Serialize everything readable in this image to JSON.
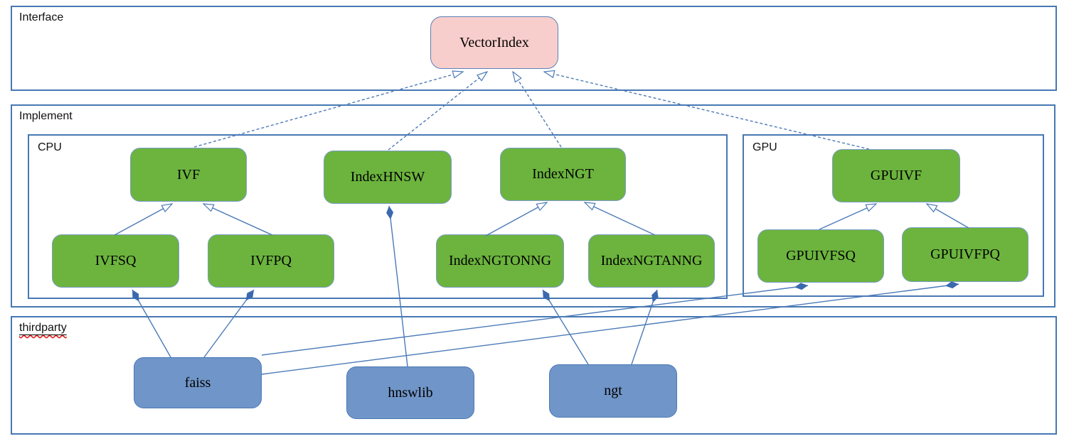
{
  "colors": {
    "line": "#4b7ab8",
    "frame-border": "#4778b3",
    "green-fill": "#6cb43e",
    "green-border": "#7a9cc6",
    "pink-fill": "#f8cecc",
    "pink-border": "#5b80b9",
    "blue-fill": "#7095c8",
    "blue-border": "#4a79b6",
    "diamond-fill": "#3b69ae",
    "squiggle": "#e01b1b",
    "text": "#000000"
  },
  "sections": {
    "interface": {
      "label": "Interface"
    },
    "implement": {
      "label": "Implement"
    },
    "cpu": {
      "label": "CPU"
    },
    "gpu": {
      "label": "GPU"
    },
    "thirdparty": {
      "label": "thirdparty"
    }
  },
  "nodes": {
    "vectorindex": {
      "label": "VectorIndex",
      "section": "interface",
      "kind": "interface"
    },
    "ivf": {
      "label": "IVF",
      "section": "cpu",
      "kind": "class"
    },
    "indexhnsw": {
      "label": "IndexHNSW",
      "section": "cpu",
      "kind": "class"
    },
    "indexngt": {
      "label": "IndexNGT",
      "section": "cpu",
      "kind": "class"
    },
    "gpuivf": {
      "label": "GPUIVF",
      "section": "gpu",
      "kind": "class"
    },
    "ivfsq": {
      "label": "IVFSQ",
      "section": "cpu",
      "kind": "class"
    },
    "ivfpq": {
      "label": "IVFPQ",
      "section": "cpu",
      "kind": "class"
    },
    "indexngtonng": {
      "label": "IndexNGTONNG",
      "section": "cpu",
      "kind": "class"
    },
    "indexngtanng": {
      "label": "IndexNGTANNG",
      "section": "cpu",
      "kind": "class"
    },
    "gpuivfsq": {
      "label": "GPUIVFSQ",
      "section": "gpu",
      "kind": "class"
    },
    "gpuivfpq": {
      "label": "GPUIVFPQ",
      "section": "gpu",
      "kind": "class"
    },
    "faiss": {
      "label": "faiss",
      "section": "thirdparty",
      "kind": "library"
    },
    "hnswlib": {
      "label": "hnswlib",
      "section": "thirdparty",
      "kind": "library"
    },
    "ngt": {
      "label": "ngt",
      "section": "thirdparty",
      "kind": "library"
    }
  },
  "edges": [
    {
      "from": "IVF",
      "to": "VectorIndex",
      "type": "realization"
    },
    {
      "from": "IndexHNSW",
      "to": "VectorIndex",
      "type": "realization"
    },
    {
      "from": "IndexNGT",
      "to": "VectorIndex",
      "type": "realization"
    },
    {
      "from": "GPUIVF",
      "to": "VectorIndex",
      "type": "realization"
    },
    {
      "from": "IVFSQ",
      "to": "IVF",
      "type": "inheritance"
    },
    {
      "from": "IVFPQ",
      "to": "IVF",
      "type": "inheritance"
    },
    {
      "from": "IndexNGTONNG",
      "to": "IndexNGT",
      "type": "inheritance"
    },
    {
      "from": "IndexNGTANNG",
      "to": "IndexNGT",
      "type": "inheritance"
    },
    {
      "from": "GPUIVFSQ",
      "to": "GPUIVF",
      "type": "inheritance"
    },
    {
      "from": "GPUIVFPQ",
      "to": "GPUIVF",
      "type": "inheritance"
    },
    {
      "from": "faiss",
      "to": "IVFSQ",
      "type": "composition"
    },
    {
      "from": "faiss",
      "to": "IVFPQ",
      "type": "composition"
    },
    {
      "from": "faiss",
      "to": "GPUIVFSQ",
      "type": "composition"
    },
    {
      "from": "faiss",
      "to": "GPUIVFPQ",
      "type": "composition"
    },
    {
      "from": "hnswlib",
      "to": "IndexHNSW",
      "type": "composition"
    },
    {
      "from": "ngt",
      "to": "IndexNGTONNG",
      "type": "composition"
    },
    {
      "from": "ngt",
      "to": "IndexNGTANNG",
      "type": "composition"
    }
  ]
}
